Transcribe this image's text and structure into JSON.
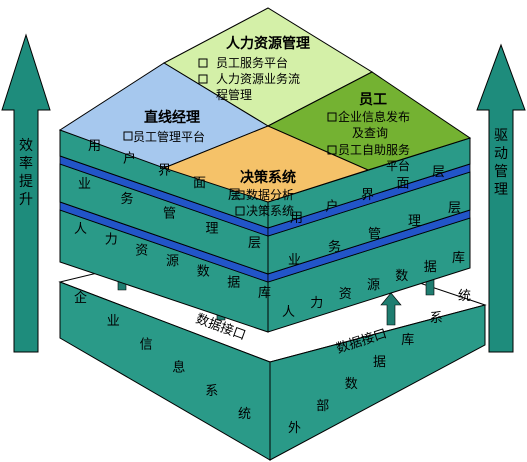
{
  "arrows": {
    "left": "效率提升",
    "right": "驱动管理"
  },
  "quadrants": {
    "top": {
      "title": "人力资源管理",
      "items": [
        "员工服务平台",
        "人力资源业务流",
        "程管理"
      ]
    },
    "left": {
      "title": "直线经理",
      "items": [
        "员工管理平台"
      ]
    },
    "right": {
      "title": "员工",
      "items": [
        "企业信息发布",
        "及查询",
        "员工自助服务",
        "平台"
      ]
    },
    "bottom": {
      "title": "决策系统",
      "items": [
        "数据分析",
        "决策系统"
      ]
    }
  },
  "layers": {
    "ui": "用户界面层",
    "business": "业务管理层",
    "data": "人力资源数据库"
  },
  "base": {
    "left": "企业信息系统",
    "right": "外部数据库系统"
  },
  "interfaces": {
    "left": "数据接口",
    "right": "数据接口"
  },
  "colors": {
    "arrow": "#1e8c7c",
    "teal_side": "#2a9a88",
    "teal_dark": "#1f7d70",
    "blue_band": "#2255c8",
    "q_top": "#d4f0a8",
    "q_left": "#a6c8ee",
    "q_right": "#74b232",
    "q_bottom": "#f5c269",
    "base_fill": "#ffffff"
  }
}
